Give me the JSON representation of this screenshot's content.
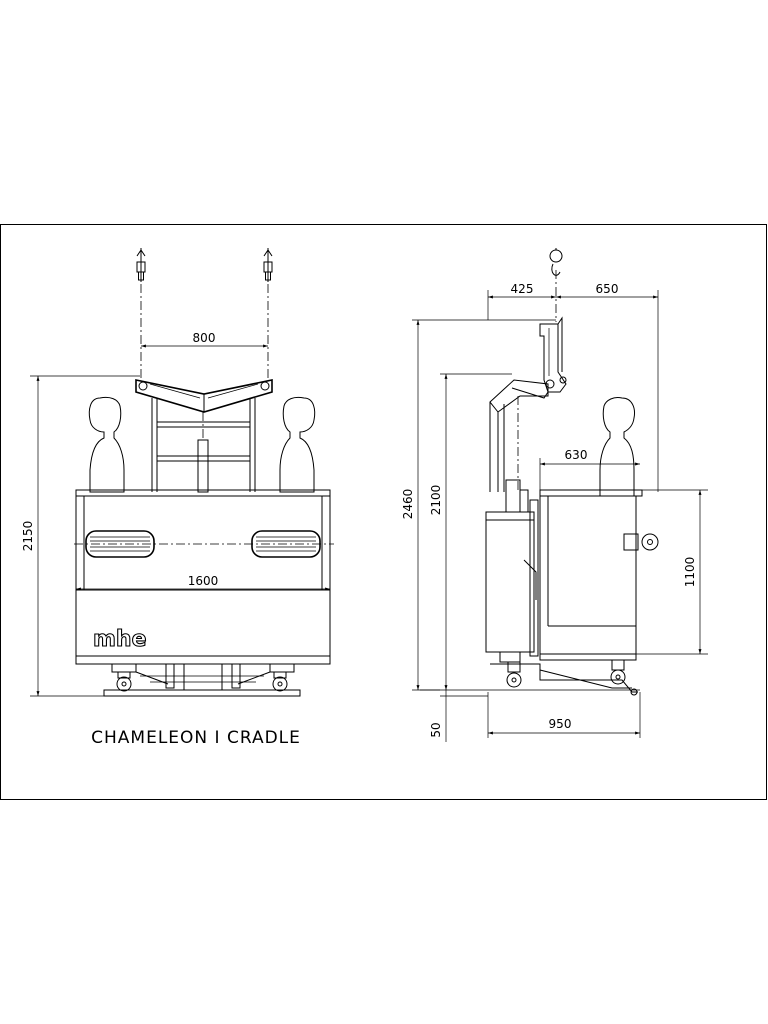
{
  "caption": "CHAMELEON I CRADLE",
  "logo_text": "mhe",
  "front_view": {
    "dim_hoist_spacing": "800",
    "dim_overall_height": "2150",
    "dim_platform_length": "1600"
  },
  "side_view": {
    "dim_hook_to_back": "425",
    "dim_hook_to_front": "650",
    "dim_total_height": "2460",
    "dim_cradle_height": "2100",
    "dim_rail_width": "630",
    "dim_rail_height": "1100",
    "dim_base_width": "950",
    "dim_base_height": "50"
  }
}
